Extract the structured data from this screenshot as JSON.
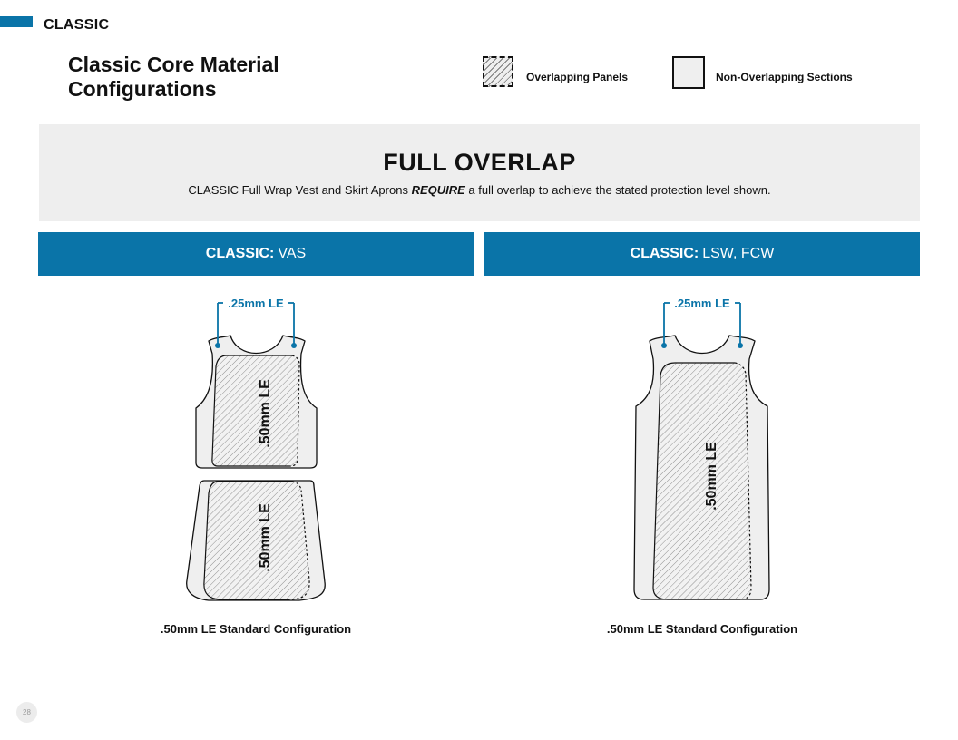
{
  "header": {
    "section_tag": "CLASSIC",
    "title": "Classic Core Material Configurations"
  },
  "legend": {
    "overlapping_label": "Overlapping Panels",
    "non_overlapping_label": "Non-Overlapping Sections"
  },
  "banner": {
    "title": "FULL OVERLAP",
    "desc_before": "CLASSIC Full Wrap Vest and Skirt Aprons ",
    "desc_emphasis": "REQUIRE",
    "desc_after": " a full overlap to achieve the stated protection level shown."
  },
  "columns": [
    {
      "header_bold": "CLASSIC:",
      "header_rest": "VAS",
      "shoulder_label": ".25mm LE",
      "vest_label": ".50mm LE",
      "skirt_label": ".50mm LE",
      "caption": ".50mm LE Standard Configuration"
    },
    {
      "header_bold": "CLASSIC:",
      "header_rest": "LSW, FCW",
      "shoulder_label": ".25mm LE",
      "body_label": ".50mm LE",
      "caption": ".50mm LE Standard Configuration"
    }
  ],
  "footer": {
    "page_number": "28"
  },
  "colors": {
    "accent": "#0a74a8",
    "banner_bg": "#eeeeee",
    "panel_fill": "#efefef"
  }
}
